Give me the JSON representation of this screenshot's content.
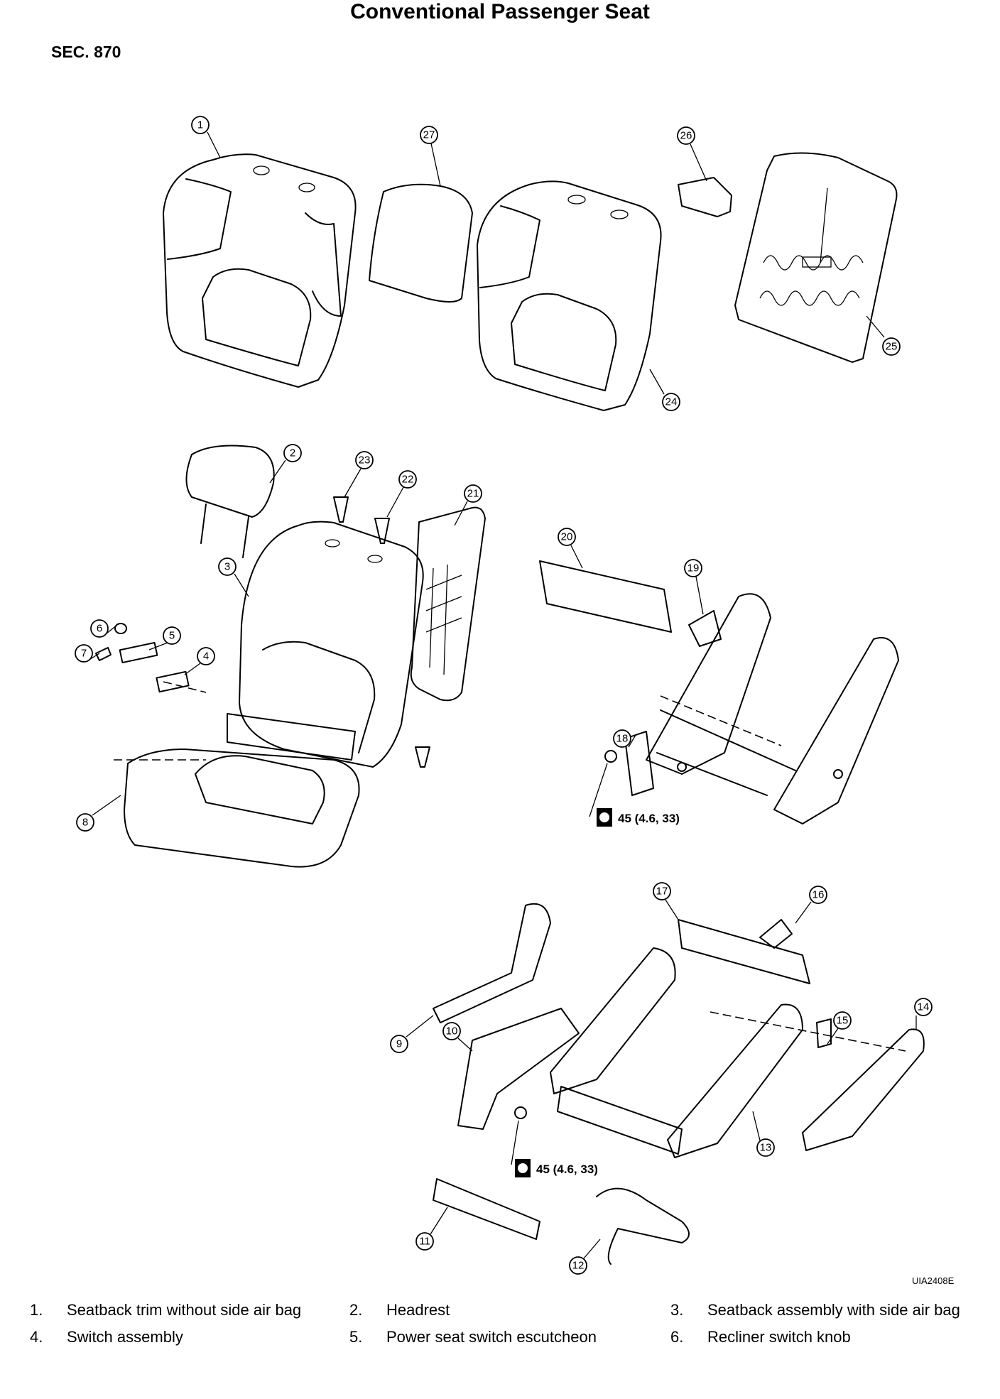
{
  "title": "Conventional Passenger Seat",
  "section": "SEC. 870",
  "figure_code": "UIA2408E",
  "torque_spec": "45 (4.6, 33)",
  "callouts": [
    "1",
    "2",
    "3",
    "4",
    "5",
    "6",
    "7",
    "8",
    "9",
    "10",
    "11",
    "12",
    "13",
    "14",
    "15",
    "16",
    "17",
    "18",
    "19",
    "20",
    "21",
    "22",
    "23",
    "24",
    "25",
    "26",
    "27"
  ],
  "legend": [
    {
      "num": "1.",
      "text": "Seatback trim without side air bag"
    },
    {
      "num": "2.",
      "text": "Headrest"
    },
    {
      "num": "3.",
      "text": "Seatback assembly with side air bag"
    },
    {
      "num": "4.",
      "text": "Switch assembly"
    },
    {
      "num": "5.",
      "text": "Power seat switch escutcheon"
    },
    {
      "num": "6.",
      "text": "Recliner switch knob"
    }
  ]
}
